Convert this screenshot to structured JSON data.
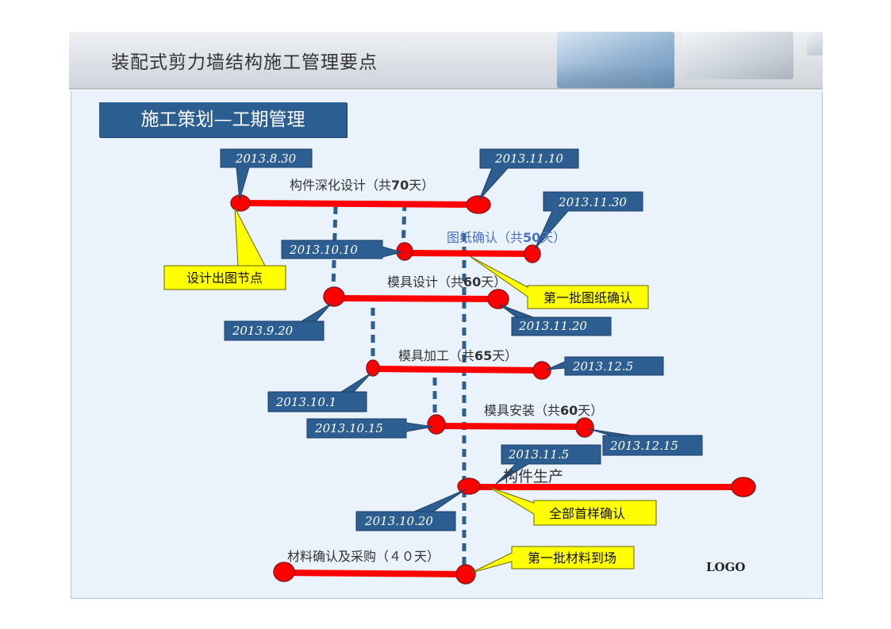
{
  "header": {
    "title": "装配式剪力墙结构施工管理要点"
  },
  "section_title": "施工策划—工期管理",
  "logo": "LOGO",
  "colors": {
    "bar": "#ff0000",
    "node_stroke": "#8b1a1a",
    "connector": "#2e5f8f",
    "callout_blue": "#2d5e91",
    "callout_yellow": "#ffff00",
    "background": "#eaf2fb"
  },
  "tasks": [
    {
      "id": "deepening",
      "label_prefix": "构件深化设计（共",
      "label_days": "70",
      "label_suffix": "天）",
      "start": "2013.8.30",
      "end": "2013.11.10"
    },
    {
      "id": "drawing-confirm",
      "label_prefix": "图纸确认（共",
      "label_days": "50",
      "label_suffix": "天）",
      "start": "2013.10.10",
      "end": "2013.11.30"
    },
    {
      "id": "mold-design",
      "label_prefix": "模具设计（共",
      "label_days": "60",
      "label_suffix": "天）",
      "start": "2013.9.20",
      "end": "2013.11.20"
    },
    {
      "id": "mold-processing",
      "label_prefix": "模具加工（共",
      "label_days": "65",
      "label_suffix": "天）",
      "start": "2013.10.1",
      "end": "2013.12.5"
    },
    {
      "id": "mold-install",
      "label_prefix": "模具安装（共",
      "label_days": "60",
      "label_suffix": "天）",
      "start": "2013.10.15",
      "end": "2013.12.15"
    },
    {
      "id": "production",
      "label": "构件生产",
      "start": "2013.10.20",
      "marker": "2013.11.5"
    },
    {
      "id": "materials",
      "label": "材料确认及采购（４０天）"
    }
  ],
  "milestones": {
    "design_output": "设计出图节点",
    "first_drawings": "第一批图纸确认",
    "first_samples": "全部首样确认",
    "first_materials": "第一批材料到场"
  }
}
